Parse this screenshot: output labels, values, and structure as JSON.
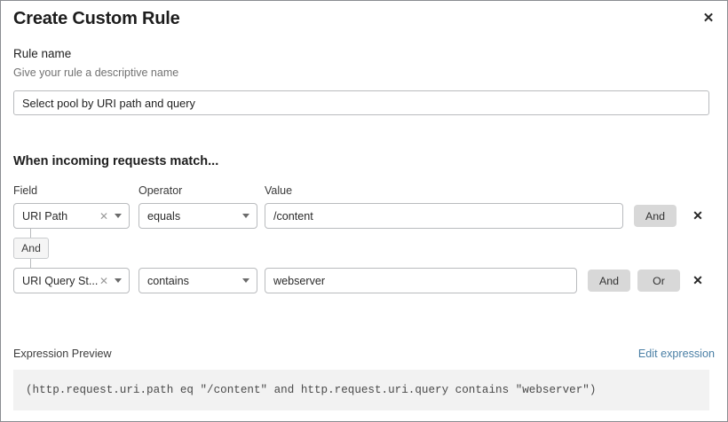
{
  "modal": {
    "title": "Create Custom Rule",
    "close_icon": "close-icon"
  },
  "rule_name": {
    "label": "Rule name",
    "hint": "Give your rule a descriptive name",
    "value": "Select pool by URI path and query",
    "placeholder": "Select pool by URI path and query"
  },
  "match_section": {
    "heading": "When incoming requests match...",
    "columns": {
      "field": "Field",
      "operator": "Operator",
      "value": "Value"
    },
    "connector_chip": "And",
    "rows": [
      {
        "field": "URI Path",
        "field_clear_icon": "clear-icon",
        "operator": "equals",
        "value": "/content",
        "value_placeholder": "",
        "buttons": [
          "And"
        ],
        "delete_icon": "delete-icon"
      },
      {
        "field": "URI Query St...",
        "field_clear_icon": "clear-icon",
        "operator": "contains",
        "value": "webserver",
        "value_placeholder": "",
        "buttons": [
          "And",
          "Or"
        ],
        "delete_icon": "delete-icon"
      }
    ]
  },
  "expression_preview": {
    "label": "Expression Preview",
    "edit_link": "Edit expression",
    "expression": "(http.request.uri.path eq \"/content\" and http.request.uri.query contains \"webserver\")"
  },
  "colors": {
    "link": "#4a7fa5",
    "pill": "#d8d8d8",
    "border": "#b9bbbe",
    "code_bg": "#f2f2f2"
  }
}
